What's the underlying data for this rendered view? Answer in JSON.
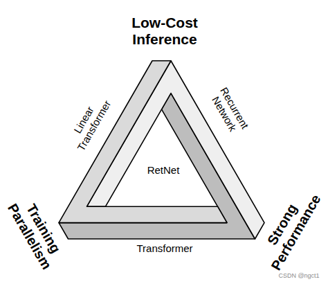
{
  "diagram": {
    "labels": [
      "Low-Cost Inference",
      "Linear Transformer",
      "Recurrent Network",
      "RetNet",
      "Training Parallelism",
      "Transformer",
      "Strong Performance",
      "CSDN @ngct1"
    ]
  }
}
